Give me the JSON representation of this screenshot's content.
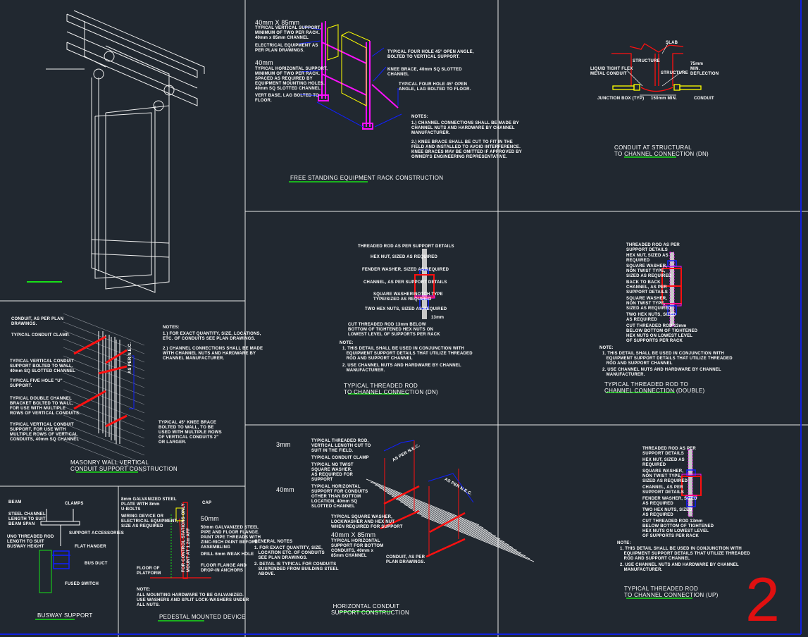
{
  "colors": {
    "background": "#212830",
    "frame": "#ffffff",
    "leader": "#0a1aff",
    "channel": "#ff1010",
    "rack": "#ff10ff",
    "equipment": "#ffff00",
    "underline": "#18e018"
  },
  "sheet_number": "2",
  "panels": {
    "rack": {
      "title": "FREE STANDING EQUIPMENT RACK CONSTRUCTION",
      "labels": [
        "40mm X 85mm",
        "TYPICAL VERTICAL SUPPORT,\nMINIMUM OF TWO PER RACK.\n40mm x 85mm CHANNEL",
        "ELECTRICAL EQUIPMENT AS\nPER PLAN DRAWINGS.",
        "40mm",
        "TYPICAL HORIZONTAL SUPPORT,\nMINIMUM OF TWO PER RACK.\nSPACED AS REQUIRED BY\nEQUIPMENT MOUNTING HOLES.\n40mm SQ SLOTTED CHANNEL",
        "VERT BASE, LAG BOLTED TO\nFLOOR.",
        "TYPICAL FOUR HOLE 45° OPEN ANGLE,\nBOLTED TO VERTICAL SUPPORT.",
        "KNEE BRACE, 40mm SQ SLOTTED\nCHANNEL",
        "TYPICAL FOUR HOLE 45° OPEN\nANGLE, LAG BOLTED TO FLOOR."
      ],
      "notes_heading": "NOTES:",
      "notes": [
        "1.) CHANNEL CONNECTIONS SHALL BE MADE BY\nCHANNEL NUTS AND HARDWARE BY CHANNEL\nMANUFACTURER.",
        "2.) KNEE BRACE SHALL BE CUT TO FIT IN THE\nFIELD AND INSTALLED TO AVOID INTERFERENCE.\nKNEE BRACES MAY BE OMITTED IF APPROVED BY\nOWNER'S ENGINEERING REPRESENTATIVE."
      ]
    },
    "conduit_structural": {
      "title_lines": [
        "CONDUIT AT STRUCTURAL",
        "TO CHANNEL CONNECTION (DN)"
      ],
      "labels": [
        "SLAB",
        "STRUCTURE",
        "STRUCTURE",
        "LIQUID TIGHT FLEX\nMETAL CONDUIT",
        "75mm\nMIN.\nDEFLECTION",
        "JUNCTION BOX (TYP)",
        "150mm MIN.",
        "CONDUIT"
      ]
    },
    "masonry": {
      "title_lines": [
        "MASONRY WALL VERTICAL",
        "CONDUIT SUPPORT CONSTRUCTION"
      ],
      "labels": [
        "CONDUIT, AS PER PLAN\nDRAWINGS.",
        "TYPICAL CONDUIT CLAMP.",
        "TYPICAL VERTICAL CONDUIT\nSUPPORT BOLTED TO WALL.\n40mm SQ SLOTTED CHANNEL",
        "TYPICAL FIVE HOLE \"U\"\nSUPPORT.",
        "TYPICAL DOUBLE CHANNEL\nBRACKET BOLTED TO WALL,\nFOR USE WITH MULTIPLE\nROWS OF VERTICAL CONDUITS.",
        "TYPICAL VERTICAL CONDUIT\nSUPPORT, FOR USE WITH\nMULTIPLE ROWS OF VERTICAL\nCONDUITS, 40mm SQ CHANNEL",
        "TYPICAL 45° KNEE BRACE\nBOLTED TO WALL, TO BE\nUSED WITH MULTIPLE ROWS\nOF VERTICAL CONDUITS 2\"\nOR LARGER.",
        "AS PER N.E.C."
      ],
      "notes_heading": "NOTES:",
      "notes": [
        "1.) FOR EXACT QUANTITY, SIZE, LOCATIONS,\nETC. OF CONDUITS SEE PLAN DRAWINGS.",
        "2.) CHANNEL CONNECTIONS SHALL BE MADE\nWITH CHANNEL NUTS AND HARDWARE BY\nCHANNEL MANUFACTURER."
      ]
    },
    "busway": {
      "title": "BUSWAY SUPPORT",
      "labels": [
        "BEAM",
        "CLAMPS",
        "STEEL CHANNEL\nLENGTH TO SUIT\nBEAM SPAN",
        "SUPPORT ACCESSORIES",
        "UNO THREADED ROD\nLENGTH TO SUIT\nBUSWAY HEIGHT",
        "FLAT HANGER",
        "BUS DUCT",
        "FUSED SWITCH"
      ]
    },
    "pedestal": {
      "title": "PEDESTAL MOUNTED DEVICE",
      "labels": [
        "8mm GALVANIZED STEEL\nPLATE WITH 8mm\nU-BOLTS",
        "CAP",
        "WIRING DEVICE OR\nELECTRICAL EQUIPMENT,\nSIZE AS REQUIRED",
        "50mm",
        "50mm GALVANIZED STEEL\nPIPE AND FLOOR FLANGE.\nPAINT PIPE THREADS WITH\nZINC-RICH PAINT BEFORE\nASSEMBLING",
        "DRILL 6mm WEAK HOLE",
        "FLOOR FLANGE AND\nDROP-IN ANCHORS",
        "FLOOR OF\nPLATFORM",
        "FOR CONTROL STATIONS ONLY\nMOUNT AT 1.2m AFF"
      ],
      "notes_heading": "NOTE:",
      "notes": [
        "ALL MOUNTING HARDWARE TO BE GALVANIZED.\nUSE WASHERS AND SPLIT LOCK-WASHERS UNDER\nALL NUTS."
      ]
    },
    "rod_dn": {
      "title_lines": [
        "TYPICAL THREADED ROD",
        "TO CHANNEL CONNECTION (DN)"
      ],
      "labels": [
        "THREADED ROD AS PER SUPPORT DETAILS",
        "HEX NUT, SIZED AS REQUIRED",
        "FENDER WASHER, SIZED AS REQUIRED",
        "CHANNEL, AS PER SUPPORT DETAILS",
        "SQUARE WASHER/NOTCH TYPE\nTYPE/SIZED AS REQUIRED",
        "TWO HEX NUTS, SIZED AS REQUIRED",
        "13mm",
        "CUT THREADED ROD 13mm BELOW\nBOTTOM OF TIGHTENED HEX NUTS ON\nLOWEST LEVEL OF SUPPORTS PER RACK"
      ],
      "notes_heading": "NOTE:",
      "notes": [
        "1. THIS DETAIL SHALL BE USED IN CONJUNCTION WITH\n   EQUIPMENT SUPPORT DETAILS THAT UTILIZE THREADED\n   ROD AND SUPPORT CHANNEL",
        "2. USE CHANNEL NUTS AND HARDWARE BY CHANNEL\n   MANUFACTURER."
      ]
    },
    "rod_double": {
      "title_lines": [
        "TYPICAL THREADED ROD TO",
        "CHANNEL CONNECTION (DOUBLE)"
      ],
      "labels": [
        "THREADED ROD AS PER\nSUPPORT DETAILS",
        "HEX NUT, SIZED AS\nREQUIRED",
        "SQUARE WASHER,\nNON TWIST TYPE,\nSIZED AS REQUIRED",
        "BACK TO BACK\nCHANNEL, AS PER\nSUPPORT DETAILS",
        "SQUARE WASHER,\nNON TWIST TYPE,\nSIZED AS REQUIRED",
        "TWO HEX NUTS, SIZED\nAS REQUIRED",
        "CUT THREADED ROD 13mm\nBELOW BOTTOM OF TIGHTENED\nHEX NUTS ON LOWEST LEVEL\nOF SUPPORTS PER RACK"
      ],
      "notes_heading": "NOTE:",
      "notes": [
        "1. THIS DETAIL SHALL BE USED IN CONJUNCTION WITH\n   EQUIPMENT SUPPORT DETAILS THAT UTILIZE THREADED\n   ROD AND SUPPORT CHANNEL",
        "2. USE CHANNEL NUTS AND HARDWARE BY CHANNEL\n   MANUFACTURER."
      ]
    },
    "horizontal": {
      "title_lines": [
        "HORIZONTAL CONDUIT",
        "SUPPORT CONSTRUCTION"
      ],
      "labels": [
        "3mm",
        "TYPICAL THREADED ROD,\nVERTICAL LENGTH CUT TO\nSUIT IN THE FIELD.",
        "TYPICAL CONDUIT CLAMP",
        "TYPICAL NO TWIST\nSQUARE WASHER,\nAS REQUIRED FOR\nSUPPORT",
        "40mm",
        "TYPICAL HORIZONTAL\nSUPPORT FOR CONDUITS\nOTHER THAN BOTTOM\nLOCATION, 40mm SQ\nSLOTTED CHANNEL",
        "TYPICAL SQUARE WASHER,\nLOCKWASHER AND HEX NUT\nWHEN REQUIRED FOR SUPPORT",
        "40mm X 85mm",
        "TYPICAL HORIZONTAL\nSUPPORT FOR BOTTOM\nCONDUITS, 40mm x\n85mm CHANNEL",
        "CONDUIT, AS PER\nPLAN DRAWINGS.",
        "AS PER N.E.C.",
        "AS PER N.E.C."
      ],
      "notes_heading": "GENERAL NOTES",
      "notes": [
        "1. FOR EXACT QUANTITY, SIZE,\n   LOCATION ETC. OF CONDUITS\n   SEE PLAN DRAWINGS.",
        "2. DETAIL IS TYPICAL FOR CONDUITS\n   SUSPENDED FROM BUILDING STEEL\n   ABOVE."
      ]
    },
    "rod_up": {
      "title_lines": [
        "TYPICAL THREADED ROD",
        "TO CHANNEL CONNECTION (UP)"
      ],
      "labels": [
        "THREADED ROD AS PER\nSUPPORT DETAILS",
        "HEX NUT, SIZED AS\nREQUIRED",
        "SQUARE WASHER,\nNON TWIST TYPE,\nSIZED AS REQUIRED",
        "CHANNEL, AS PER\nSUPPORT DETAILS",
        "FENDER WASHER, SIZED\nAS REQUIRED",
        "TWO HEX NUTS, SIZED\nAS REQUIRED",
        "CUT THREADED ROD 13mm\nBELOW BOTTOM OF TIGHTENED\nHEX NUTS ON LOWEST LEVEL\nOF SUPPORTS PER RACK"
      ],
      "notes_heading": "NOTE:",
      "notes": [
        "1. THIS DETAIL SHALL BE USED IN CONJUNCTION WITH\n   EQUIPMENT SUPPORT DETAILS THAT UTILIZE THREADED\n   ROD AND SUPPORT CHANNEL",
        "2. USE CHANNEL NUTS AND HARDWARE BY CHANNEL\n   MANUFACTURER."
      ]
    }
  }
}
